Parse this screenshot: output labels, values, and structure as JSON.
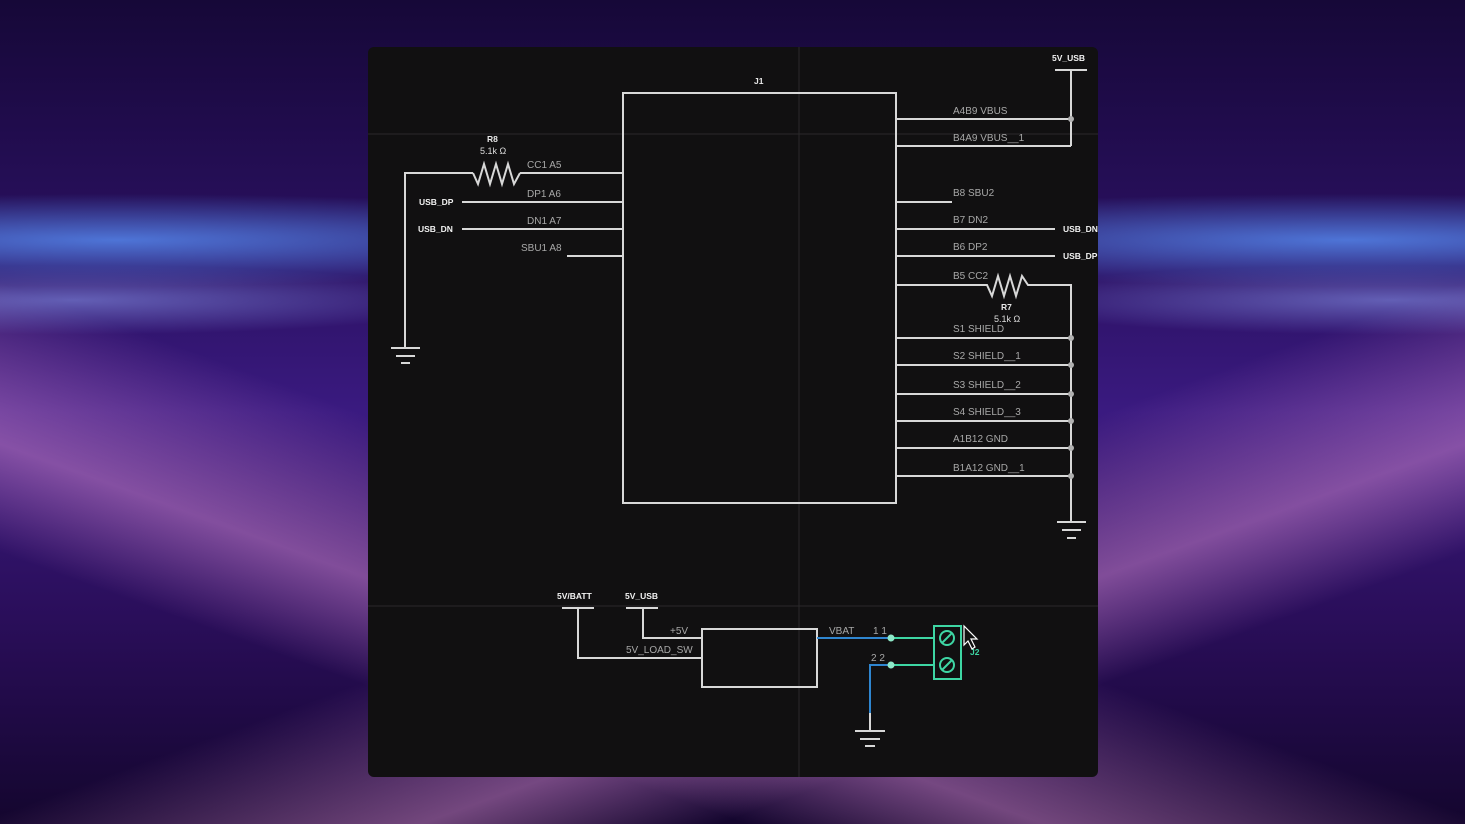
{
  "j1": {
    "ref": "J1",
    "left_pins": [
      "CC1  A5",
      "DP1  A6",
      "DN1  A7",
      "SBU1  A8"
    ],
    "right_pins": [
      "A4B9  VBUS",
      "B4A9  VBUS__1",
      "B8  SBU2",
      "B7  DN2",
      "B6  DP2",
      "B5  CC2",
      "S1  SHIELD",
      "S2  SHIELD__1",
      "S3  SHIELD__2",
      "S4  SHIELD__3",
      "A1B12  GND",
      "B1A12  GND__1"
    ]
  },
  "r8": {
    "ref": "R8",
    "value": "5.1k Ω"
  },
  "r7": {
    "ref": "R7",
    "value": "5.1k Ω"
  },
  "nets": {
    "usb_dp_left": "USB_DP",
    "usb_dn_left": "USB_DN",
    "usb_dn_right": "USB_DN",
    "usb_dp_right": "USB_DP",
    "power_5v_usb_top": "5V_USB",
    "power_5v_batt": "5V/BATT",
    "power_5v_usb_bottom": "5V_USB"
  },
  "load_switch": {
    "pin_in": "+5V",
    "pin_ctrl": "5V_LOAD_SW",
    "pin_out": "VBAT"
  },
  "j2": {
    "ref": "J2",
    "pin1": "1  1",
    "pin2": "2  2"
  },
  "colors": {
    "wire": "#d8d8d8",
    "selected_net": "#2f86d0",
    "selected_part": "#3ed6a4",
    "canvas": "#111011"
  }
}
